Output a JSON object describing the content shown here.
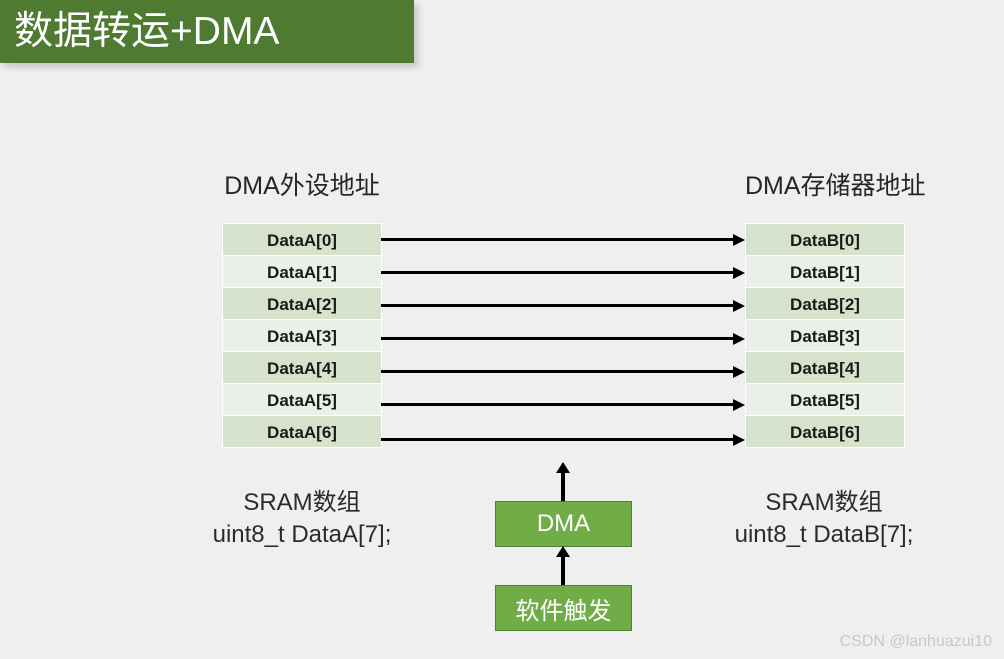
{
  "slide": {
    "title": "数据转运+DMA",
    "background_color": "#efefef",
    "title_bar_color": "#4e7a32",
    "accent_color": "#70ad47"
  },
  "left_column": {
    "header": "DMA外设地址",
    "cells": [
      "DataA[0]",
      "DataA[1]",
      "DataA[2]",
      "DataA[3]",
      "DataA[4]",
      "DataA[5]",
      "DataA[6]"
    ],
    "caption": "SRAM数组\nuint8_t DataA[7];"
  },
  "right_column": {
    "header": "DMA存储器地址",
    "cells": [
      "DataB[0]",
      "DataB[1]",
      "DataB[2]",
      "DataB[3]",
      "DataB[4]",
      "DataB[5]",
      "DataB[6]"
    ],
    "caption": "SRAM数组\nuint8_t DataB[7];"
  },
  "blocks": {
    "dma": "DMA",
    "trigger": "软件触发"
  },
  "watermark": "CSDN @lanhuazui10"
}
